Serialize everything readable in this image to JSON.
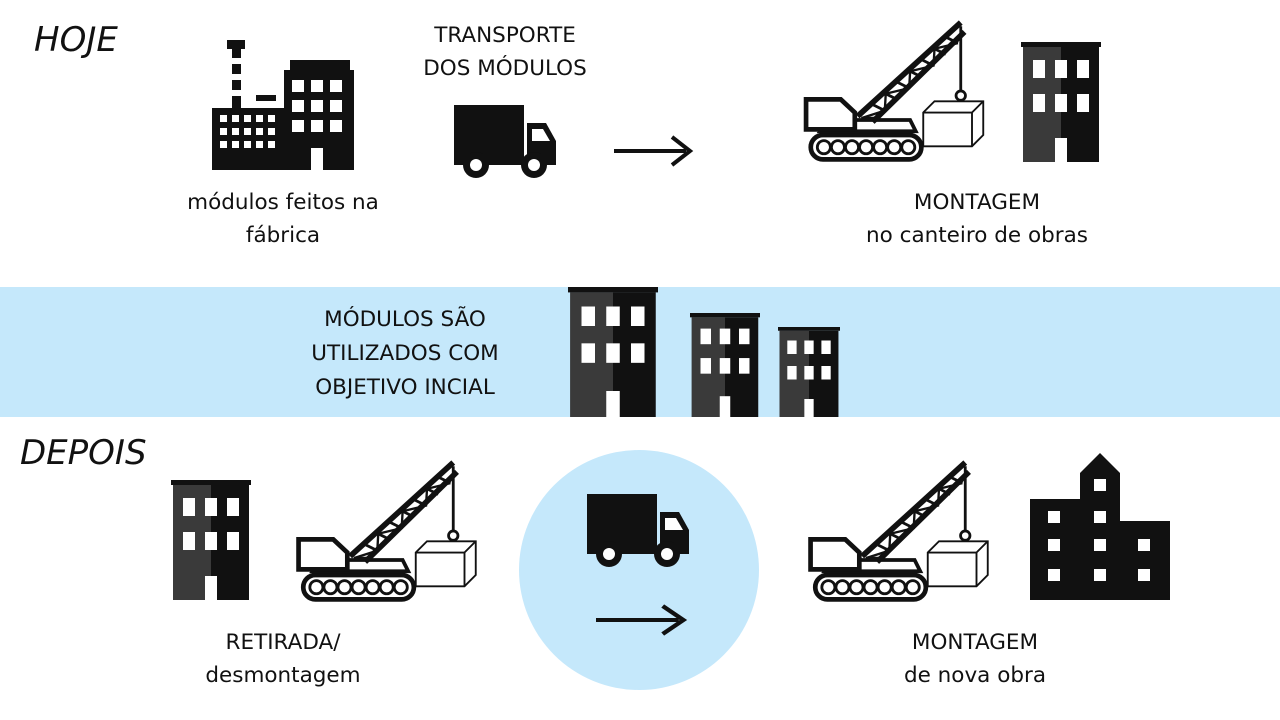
{
  "colors": {
    "band": "#c5e8fb",
    "icon": "#111111",
    "icon_shade": "#3a3a3a"
  },
  "today": {
    "title": "HOJE",
    "factory_caption": [
      "módulos feitos na",
      "fábrica"
    ],
    "transport_caption": [
      "TRANSPORTE",
      "DOS MÓDULOS"
    ],
    "assembly_caption": [
      "MONTAGEM",
      "no canteiro de obras"
    ]
  },
  "usage": {
    "caption": [
      "MÓDULOS SÃO",
      "UTILIZADOS COM",
      "OBJETIVO INCIAL"
    ]
  },
  "later": {
    "title": "DEPOIS",
    "removal_caption": [
      "RETIRADA/",
      "desmontagem"
    ],
    "new_assembly_caption": [
      "MONTAGEM",
      "de nova obra"
    ]
  },
  "icons": [
    "factory-icon",
    "truck-icon",
    "arrow-right-icon",
    "crane-icon",
    "building-icon"
  ]
}
